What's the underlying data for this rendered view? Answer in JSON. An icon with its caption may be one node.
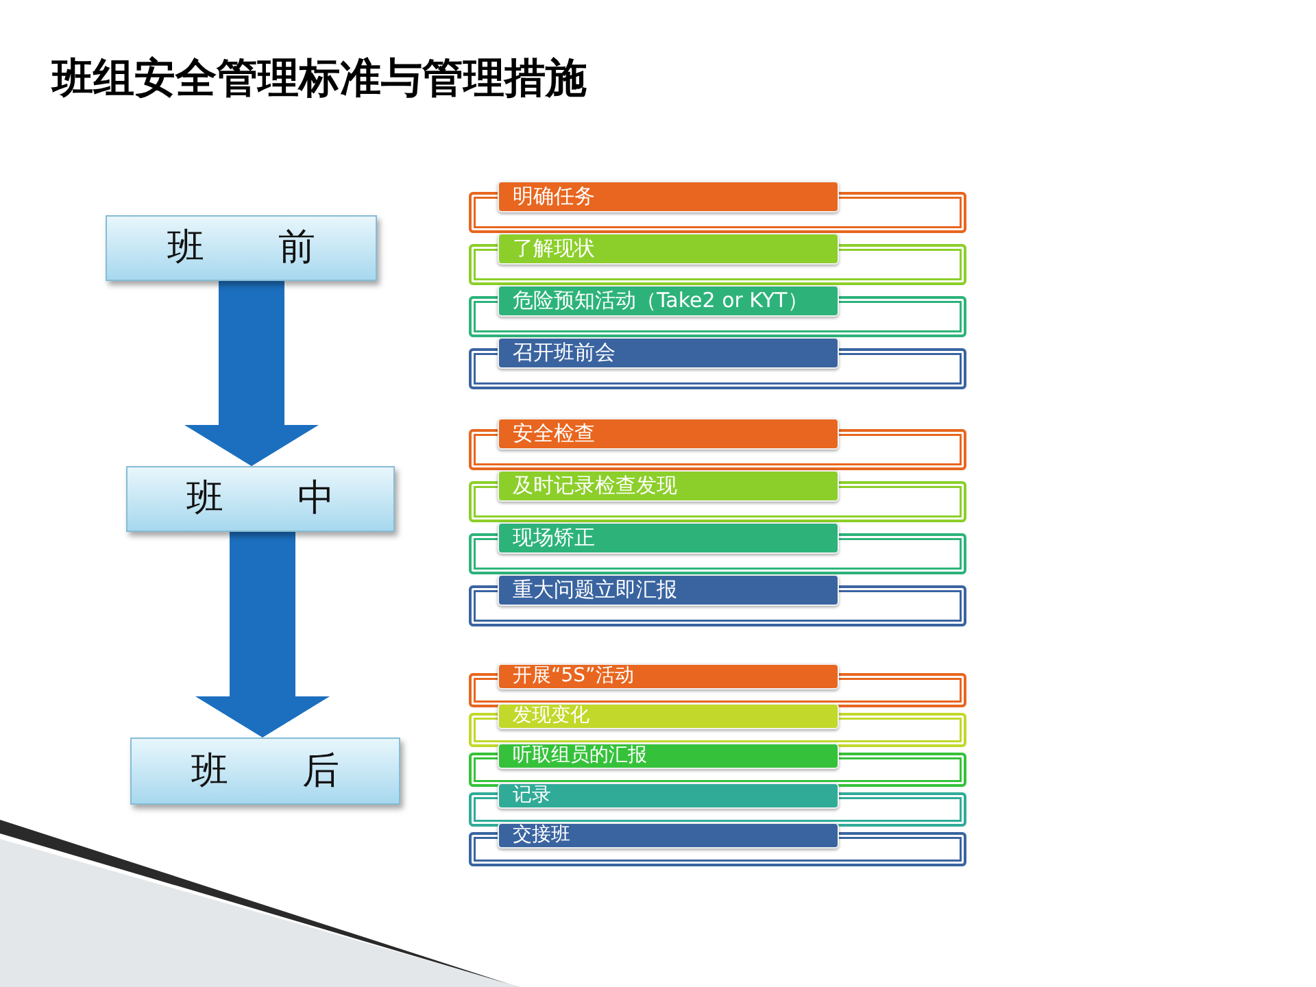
{
  "diagram": {
    "title": "班组安全管理标准与管理措施",
    "nodes": [
      {
        "text": [
          "班　　前"
        ]
      },
      {
        "text": [
          "班　　中"
        ]
      },
      {
        "text": [
          "班　　后"
        ]
      },
      {
        "text": [
          "明确任务"
        ]
      },
      {
        "text": [
          "了解现状"
        ]
      },
      {
        "text": [
          "危险预知活动（Take2 or KYT）"
        ]
      },
      {
        "text": [
          "召开班前会"
        ]
      },
      {
        "text": [
          "安全检查"
        ]
      },
      {
        "text": [
          "及时记录检查发现"
        ]
      },
      {
        "text": [
          "现场矫正"
        ]
      },
      {
        "text": [
          "重大问题立即汇报"
        ]
      },
      {
        "text": [
          "开展“5S”活动"
        ]
      },
      {
        "text": [
          "发现变化"
        ]
      },
      {
        "text": [
          "听取组员的汇报"
        ]
      },
      {
        "text": [
          "记录"
        ]
      },
      {
        "text": [
          "交接班"
        ]
      }
    ],
    "edges": [
      {
        "from": 0,
        "to": 1,
        "arrow": "to"
      },
      {
        "from": 1,
        "to": 2,
        "arrow": "to"
      }
    ]
  }
}
